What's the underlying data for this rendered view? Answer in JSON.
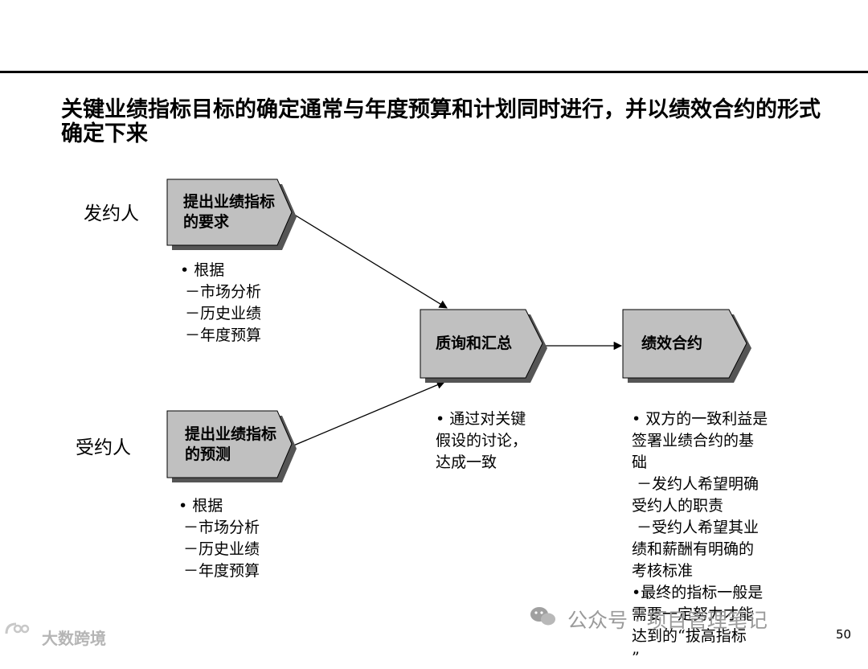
{
  "title": "关键业绩指标目标的确定通常与年度预算和计划同时进行，并以绩效合约的形式确定下来",
  "roles": {
    "issuer": "发约人",
    "receiver": "受约人"
  },
  "boxes": {
    "request": "提出业绩指标的要求",
    "forecast": "提出业绩指标的预测",
    "summary": "质询和汇总",
    "contract": "绩效合约"
  },
  "notes": {
    "issuer_basis": "• 根据\n －市场分析\n －历史业绩\n －年度预算",
    "receiver_basis": "• 根据\n －市场分析\n －历史业绩\n －年度预算",
    "summary_note": "• 通过对关键\n假设的讨论，\n达成一致",
    "contract_note": "• 双方的一致利益是\n签署业绩合约的基\n础\n －发约人希望明确\n受约人的职责\n －受约人希望其业\n绩和薪酬有明确的\n考核标准\n•最终的指标一般是\n需要一定努力才能\n达到的“拔高指标\n”"
  },
  "watermarks": {
    "wechat": "公众号 · 项目管理笔记",
    "brand": "大数跨境"
  },
  "page_number": "50",
  "colors": {
    "box_fill": "#c0c0c0",
    "box_shadow": "#555555",
    "line": "#000000"
  }
}
